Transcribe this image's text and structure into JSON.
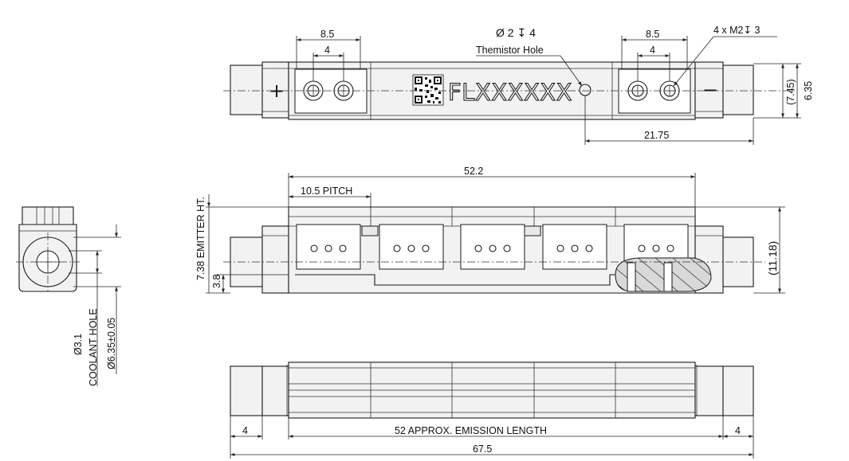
{
  "top_view": {
    "model_label": "FLXXXXXX",
    "plus_symbol": "+",
    "minus_symbol": "−",
    "dim_left_outer": "8.5",
    "dim_left_inner": "4",
    "dim_right_outer": "8.5",
    "dim_right_inner": "4",
    "thermistor_callout": "Ø 2 ↧ 4",
    "thermistor_label": "Themistor Hole",
    "screw_callout": "4 x M2↧ 3",
    "dim_height_inner": "(7.45)",
    "dim_height_outer": "6.35",
    "dim_21_75": "21.75"
  },
  "front_view": {
    "dim_length": "52.2",
    "dim_pitch": "10.5 PITCH",
    "dim_emitter": "7.38 EMITTER HT.",
    "dim_3_8": "3.8",
    "dim_height": "(11.18)"
  },
  "side_view": {
    "coolant_dia": "Ø3.1",
    "coolant_label": "COOLANT HOLE",
    "tube_dia": "Ø6.35±0.05"
  },
  "bottom_view": {
    "dim_left": "4",
    "dim_right": "4",
    "dim_emission": "52 APPROX.  EMISSION  LENGTH",
    "dim_total": "67.5"
  }
}
